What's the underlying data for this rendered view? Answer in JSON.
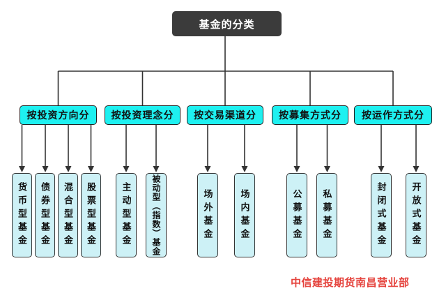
{
  "diagram": {
    "title": "基金的分类",
    "root": {
      "label": "基金的分类"
    },
    "categories": [
      {
        "label": "按投资方向分",
        "children": [
          "货币型基金",
          "债券型基金",
          "混合型基金",
          "股票型基金"
        ]
      },
      {
        "label": "按投资理念分",
        "children": [
          "主动型基金",
          "被动型（指数）基金"
        ]
      },
      {
        "label": "按交易渠道分",
        "children": [
          "场外基金",
          "场内基金"
        ]
      },
      {
        "label": "按募集方式分",
        "children": [
          "公募基金",
          "私募基金"
        ]
      },
      {
        "label": "按运作方式分",
        "children": [
          "封闭式基金",
          "开放式基金"
        ]
      }
    ],
    "footer": "中信建投期货南昌营业部",
    "colors": {
      "root_bg": "#3b3b3b",
      "root_text": "#ffffff",
      "category_fill": "#1ef0f0",
      "leaf_fill": "#cdf1f6",
      "line": "#333333",
      "footer_red": "#e5433d",
      "background": "#ffffff"
    }
  }
}
